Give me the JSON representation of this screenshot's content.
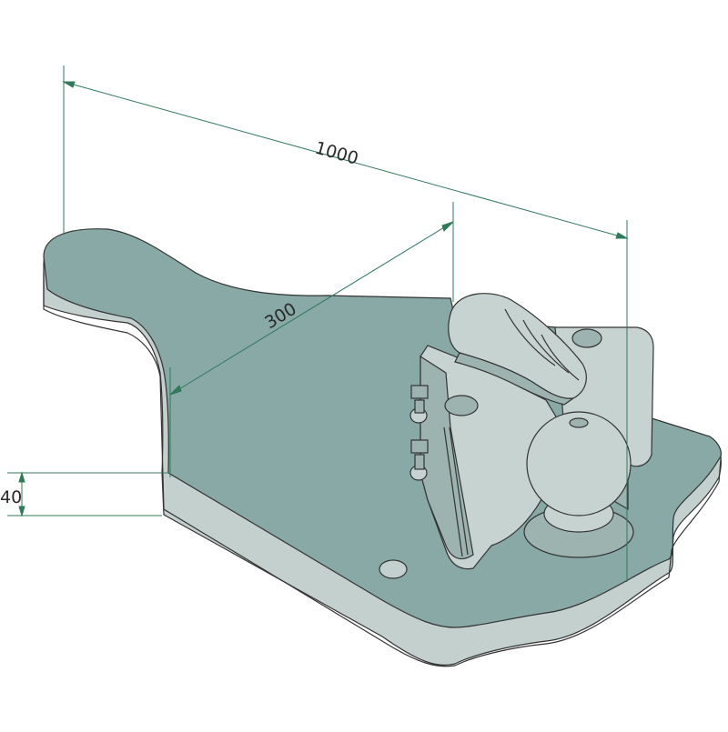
{
  "colors": {
    "plate_top": "#88a9a5",
    "plate_side": "#c3d0cd",
    "part_light": "#c7d3d0",
    "part_dark": "#9db3b0",
    "outline": "#333333",
    "dimension_line": "#2f7a5a"
  },
  "dimensions": {
    "length": "1000",
    "width": "300",
    "thickness": "40"
  }
}
